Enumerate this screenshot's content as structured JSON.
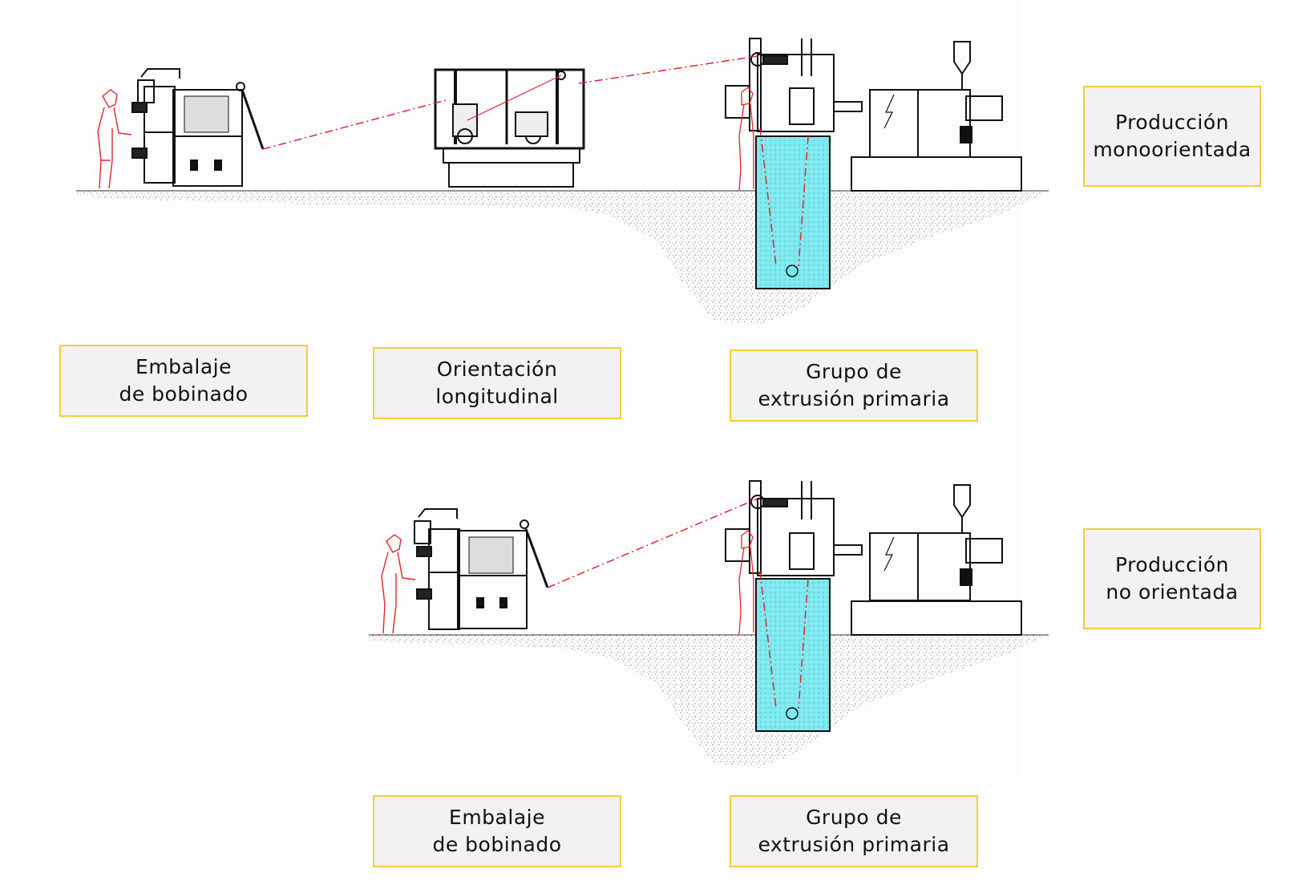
{
  "diagram": {
    "colors": {
      "label_border": "#f3cd3c",
      "label_fill": "#f2f2f2",
      "water": "#5fe3ea",
      "film_path": "#e0262a",
      "operator": "#e0262a",
      "machine": "#111111"
    },
    "sections": [
      {
        "id": "oriented",
        "title": {
          "line1": "Producción",
          "line2": "monoorientada"
        },
        "stations": [
          {
            "id": "winder",
            "line1": "Embalaje",
            "line2": "de bobinado"
          },
          {
            "id": "orientation",
            "line1": "Orientación",
            "line2": "longitudinal"
          },
          {
            "id": "extrusion",
            "line1": "Grupo de",
            "line2": "extrusión primaria"
          }
        ]
      },
      {
        "id": "non_oriented",
        "title": {
          "line1": "Producción",
          "line2": "no orientada"
        },
        "stations": [
          {
            "id": "winder",
            "line1": "Embalaje",
            "line2": "de bobinado"
          },
          {
            "id": "extrusion",
            "line1": "Grupo de",
            "line2": "extrusión primaria"
          }
        ]
      }
    ]
  }
}
